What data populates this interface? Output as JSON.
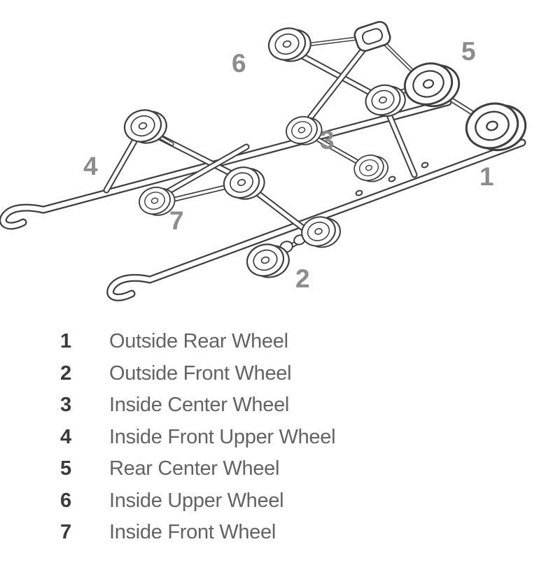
{
  "figure": {
    "description": "Isometric line drawing of a snowmobile slide-rail suspension assembly with numbered wheel callouts",
    "callouts": [
      {
        "number": "1"
      },
      {
        "number": "2"
      },
      {
        "number": "3"
      },
      {
        "number": "4"
      },
      {
        "number": "5"
      },
      {
        "number": "6"
      },
      {
        "number": "7"
      }
    ]
  },
  "legend": {
    "items": [
      {
        "number": "1",
        "label": "Outside Rear Wheel"
      },
      {
        "number": "2",
        "label": "Outside Front Wheel"
      },
      {
        "number": "3",
        "label": "Inside Center Wheel"
      },
      {
        "number": "4",
        "label": "Inside Front Upper Wheel"
      },
      {
        "number": "5",
        "label": "Rear Center Wheel"
      },
      {
        "number": "6",
        "label": "Inside Upper Wheel"
      },
      {
        "number": "7",
        "label": "Inside Front Wheel"
      }
    ]
  },
  "colors": {
    "line": "#3f3f3f",
    "callout_number": "#8c8c8c",
    "legend_number": "#3b3b3b",
    "legend_label": "#636363",
    "background": "#ffffff"
  }
}
